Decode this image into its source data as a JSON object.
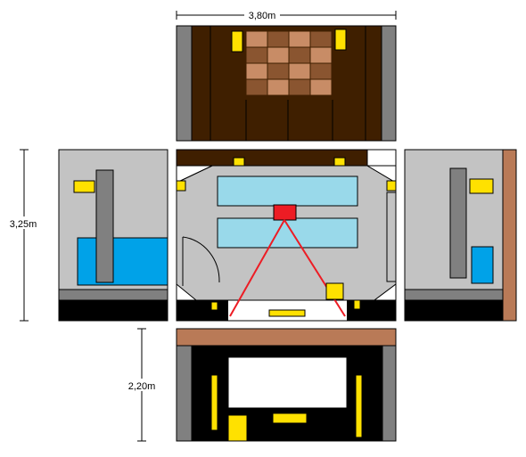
{
  "dimensions": {
    "width_label": "3,80m",
    "depth_label": "3,25m",
    "height_label": "2,20m"
  },
  "colors": {
    "wall_gray": "#c3c3c3",
    "dark_wall": "#808080",
    "wood_dark": "#3f1f00",
    "wood_tile_dark": "#8a5530",
    "wood_tile_light": "#c88c66",
    "ceiling_wood": "#b97a57",
    "screen_blue": "#99d9ea",
    "sofa_blue": "#00a2e8",
    "light_yellow": "#ffe100",
    "projector_red": "#ed1c24",
    "black": "#000000",
    "white": "#ffffff"
  }
}
